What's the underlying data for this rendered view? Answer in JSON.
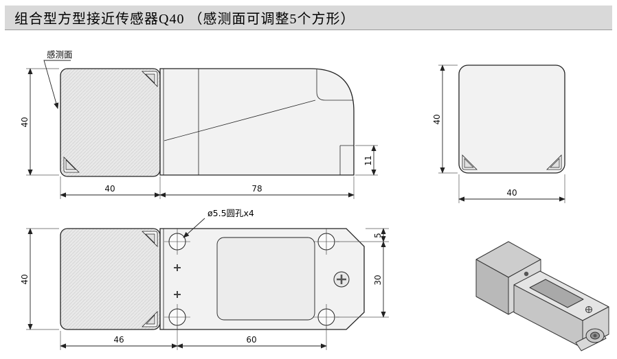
{
  "title": "组合型方型接近传感器Q40 （感测面可调整5个方形）",
  "colors": {
    "titlebar_bg": "#d9d9d9",
    "outline": "#222222",
    "fill_light": "#f2f2f2"
  },
  "side_view": {
    "sensing_face_label": "感测面",
    "dim_height": "40",
    "dim_head_width": "40",
    "dim_body_width": "78",
    "dim_lip": "11"
  },
  "front_view": {
    "dim_height": "40",
    "dim_width": "40"
  },
  "top_view": {
    "hole_note": "ø5.5圆孔x4",
    "dim_height": "40",
    "dim_head_width": "46",
    "dim_hole_span": "60",
    "dim_edge_to_hole": "5",
    "dim_hole_to_hole": "30"
  }
}
